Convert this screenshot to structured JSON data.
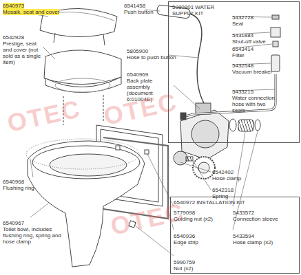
{
  "diagram": {
    "nodes": [
      {
        "text": [
          "5980801 WATER SUPPLY KIT",
          "5432728",
          "Seal",
          "5431884",
          "Shut-off valve",
          "6543414",
          "Filter",
          "5432548",
          "Vacuum breaker",
          "5433215",
          "Water connection hose with two seals"
        ]
      },
      {
        "text": [
          "6540972 INSTALLATION KIT",
          "5779098",
          "Guiding nut (x2)",
          "5433572",
          "Connection sleeve",
          "6540936",
          "Edge strip",
          "5433594",
          "Hose clamp (x2)",
          "5990759",
          "Nut (x2)"
        ]
      }
    ],
    "edges": [],
    "labels": [
      "6540973",
      "Mosaik, seat and cover",
      "6541458",
      "Push button",
      "6542928",
      "Prestige, seat and cover (not sold as a single item)",
      "5805900",
      "Hose to push button",
      "6540969",
      "Back plate assembly (document 6:01004E)",
      "6540968",
      "Flushing ring",
      "6540967",
      "Toilet bowl, includes flushing ring, spring and hose clamp",
      "6542402",
      "Hose clamp",
      "6542318",
      "Spring",
      "OTEC",
      "OTEC",
      "OTEC"
    ]
  }
}
